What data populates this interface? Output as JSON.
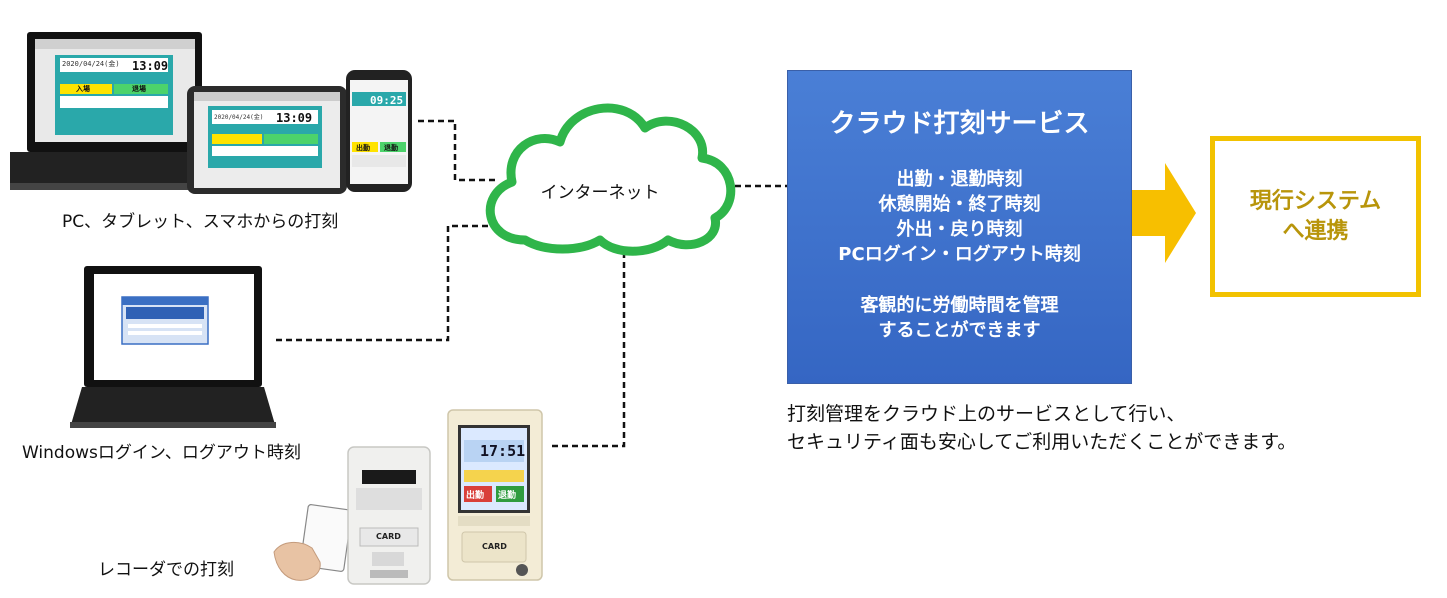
{
  "labels": {
    "devices": "PC、タブレット、スマホからの打刻",
    "windows": "Windowsログイン、ログアウト時刻",
    "recorder": "レコーダでの打刻",
    "internet": "インターネット"
  },
  "service": {
    "title": "クラウド打刻サービス",
    "items": [
      "出勤・退勤時刻",
      "休憩開始・終了時刻",
      "外出・戻り時刻",
      "PCログイン・ログアウト時刻"
    ],
    "note": [
      "客観的に労働時間を管理",
      "することができます"
    ]
  },
  "target": {
    "lines": [
      "現行システム",
      "へ連携"
    ]
  },
  "description": [
    "打刻管理をクラウド上のサービスとして行い、",
    "セキュリティ面も安心してご利用いただくことができます。"
  ],
  "screens": {
    "laptop_date": "2020/04/24(金)",
    "laptop_time": "13:09",
    "tablet_date": "2020/04/24(金)",
    "tablet_time": "13:09",
    "phone_time": "09:25",
    "phone_in": "出勤",
    "phone_out": "退勤",
    "laptop_in": "入場",
    "laptop_out": "退場",
    "recorder2_time": "17:51",
    "recorder2_in": "出勤",
    "recorder2_out": "退勤",
    "card1": "CARD",
    "card2": "CARD"
  },
  "colors": {
    "service_bg": "#3f72cf",
    "target_border": "#f2c200",
    "target_text": "#b8950b",
    "arrow": "#f7bf00",
    "cloud_stroke": "#2fb54a"
  }
}
